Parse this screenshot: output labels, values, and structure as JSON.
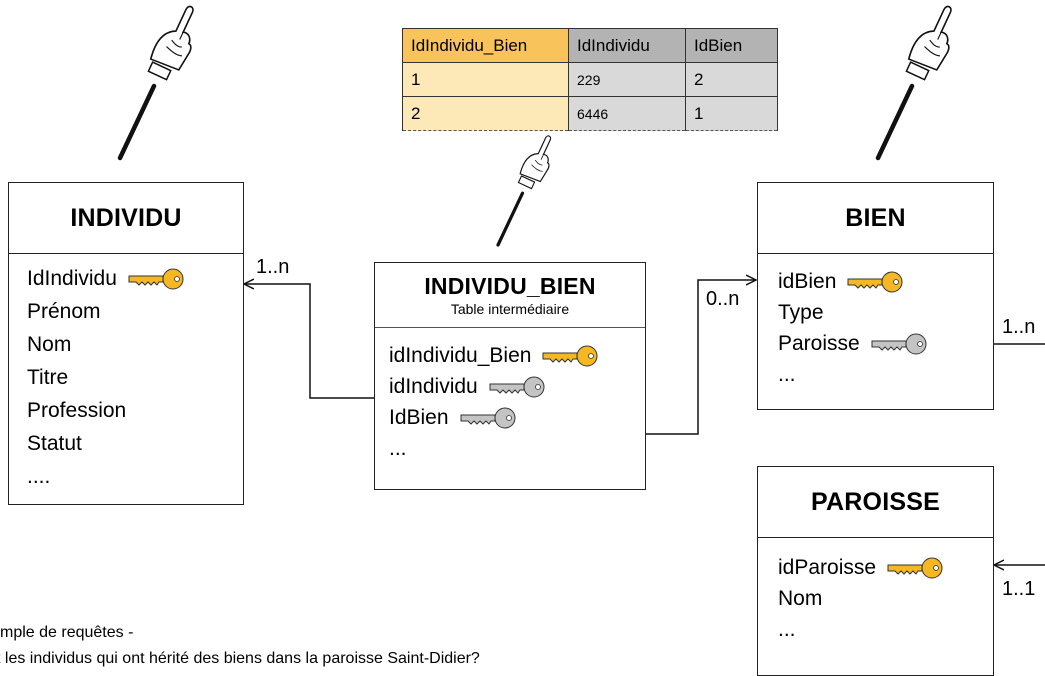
{
  "colors": {
    "primary_key": "#f5b822",
    "foreign_key": "#b3b3b3",
    "mini_pk_header": "#f8c35a",
    "mini_fk_header": "#b3b3b3"
  },
  "sample_table": {
    "headers": [
      "IdIndividu_Bien",
      "IdIndividu",
      "IdBien"
    ],
    "rows": [
      [
        "1",
        "229",
        "2"
      ],
      [
        "2",
        "6446",
        "1"
      ]
    ]
  },
  "individu": {
    "title": "INDIVIDU",
    "attributes": [
      "IdIndividu",
      "Prénom",
      "Nom",
      "Titre",
      "Profession",
      "Statut",
      "...."
    ]
  },
  "individu_bien": {
    "title": "INDIVIDU_BIEN",
    "subtitle": "Table intermédiaire",
    "attributes": [
      "idIndividu_Bien",
      "idIndividu",
      "IdBien",
      "..."
    ]
  },
  "bien": {
    "title": "BIEN",
    "attributes": [
      "idBien",
      "Type",
      "Paroisse",
      "..."
    ]
  },
  "paroisse": {
    "title": "PAROISSE",
    "attributes": [
      "idParoisse",
      "Nom",
      "..."
    ]
  },
  "multiplicities": {
    "individu_link": "1..n",
    "bien_link": "0..n",
    "bien_right": "1..n",
    "paroisse_right": "1..1"
  },
  "notes": {
    "line1": "mple de requêtes -",
    "line2": "t les individus qui ont hérité des biens dans la paroisse Saint-Didier?"
  },
  "icons": [
    "pointing-hand-icon",
    "primary-key-icon",
    "foreign-key-icon"
  ]
}
